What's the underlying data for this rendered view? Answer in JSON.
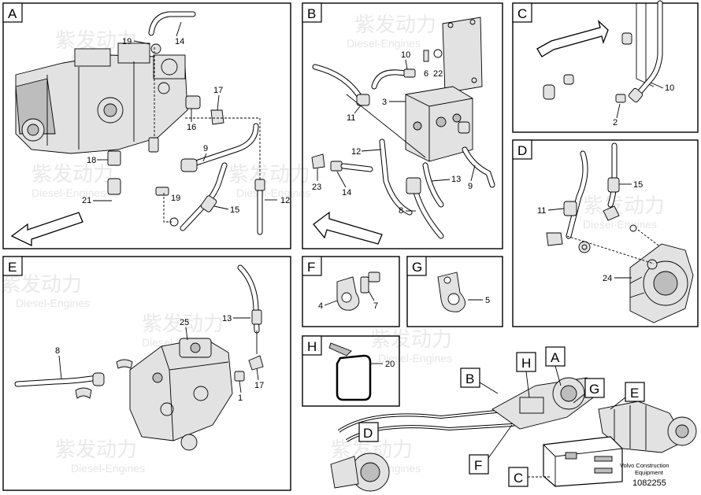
{
  "panels": {
    "A": {
      "tag": "A",
      "callouts": [
        "19",
        "14",
        "17",
        "16",
        "9",
        "18",
        "19",
        "21",
        "15",
        "12"
      ]
    },
    "B": {
      "tag": "B",
      "callouts": [
        "10",
        "6",
        "22",
        "3",
        "11",
        "12",
        "13",
        "23",
        "14",
        "8",
        "9"
      ]
    },
    "C": {
      "tag": "C",
      "callouts": [
        "10",
        "2"
      ]
    },
    "D": {
      "tag": "D",
      "callouts": [
        "15",
        "11",
        "24"
      ]
    },
    "E": {
      "tag": "E",
      "callouts": [
        "13",
        "25",
        "8",
        "17",
        "1"
      ]
    },
    "F": {
      "tag": "F",
      "callouts": [
        "4",
        "7"
      ]
    },
    "G": {
      "tag": "G",
      "callouts": [
        "5"
      ]
    },
    "H": {
      "tag": "H",
      "callouts": [
        "20"
      ]
    }
  },
  "overview": {
    "tags": [
      "B",
      "H",
      "A",
      "G",
      "E",
      "D",
      "F",
      "C"
    ],
    "caption_line1": "Volvo Construction",
    "caption_line2": "Equipment",
    "doc_number": "1082255"
  },
  "watermark": {
    "brand": "紫发动力",
    "subtitle": "Diesel-Engines"
  }
}
